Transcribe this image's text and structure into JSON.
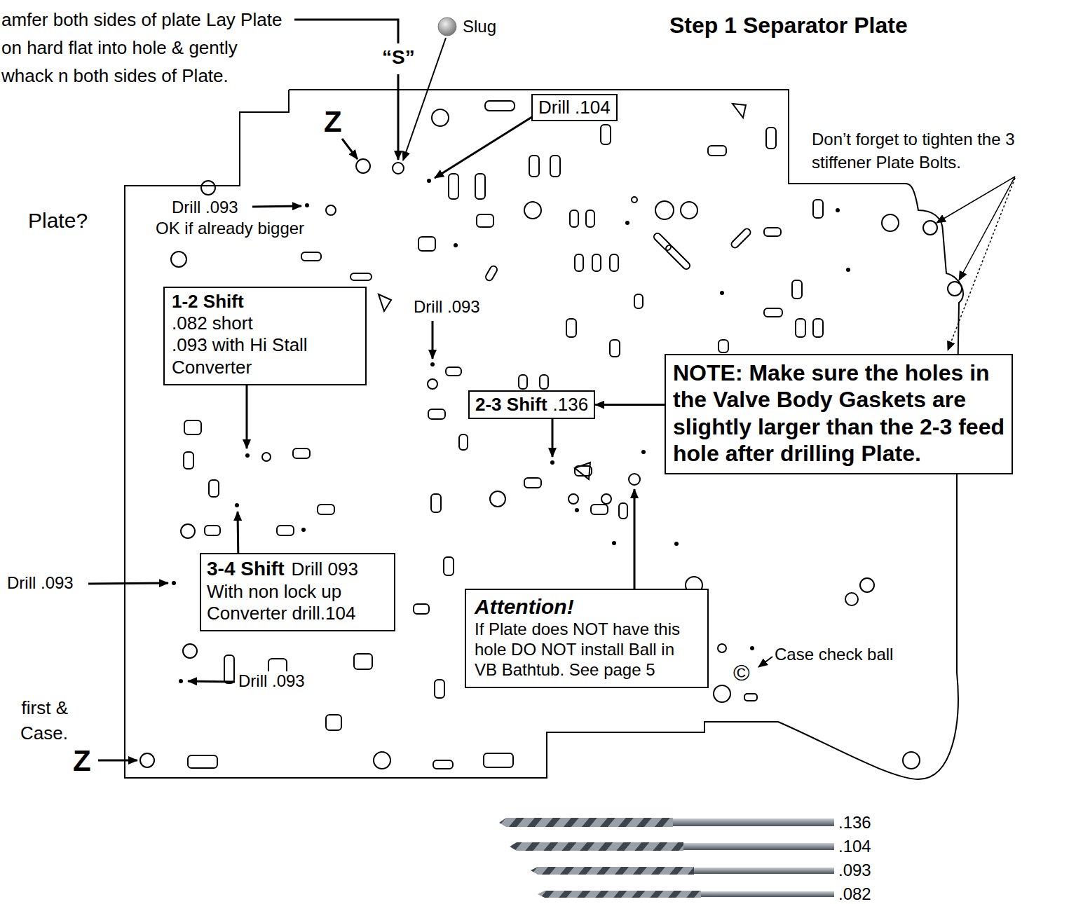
{
  "diagram": {
    "title": "Step 1 Separator Plate",
    "nodes": [
      {
        "text": [
          "Drill .104"
        ]
      },
      {
        "text": [
          "1-2 Shift",
          ".082 short",
          ".093 with Hi Stall Converter"
        ]
      },
      {
        "text": [
          "NOTE: Make sure the holes in the Valve Body Gaskets are slightly larger than the 2-3 feed hole after drilling Plate."
        ]
      },
      {
        "text": [
          "2-3 Shift",
          ".136"
        ]
      },
      {
        "text": [
          "3-4 Shift",
          "Drill 093",
          "With non lock up Converter drill.104"
        ]
      },
      {
        "text": [
          "Attention!",
          "If Plate does NOT have this hole DO NOT install Ball in VB Bathtub. See page 5"
        ]
      }
    ],
    "edges": [
      {
        "from": 2,
        "to": 3,
        "arrow": "to"
      }
    ],
    "labels": [
      "amfer both sides of plate Lay Plate on hard flat into hole & gently whack n both sides of Plate.",
      "“S”",
      "Slug",
      "Z",
      "Don’t forget to tighten the 3 stiffener Plate Bolts.",
      "Drill .093",
      "OK if already bigger",
      "Plate?",
      "Drill .093",
      "Drill .093",
      "Drill .093",
      "first & Case.",
      "Z",
      "Case check ball",
      "©",
      ".136",
      ".104",
      ".093",
      ".082"
    ]
  }
}
